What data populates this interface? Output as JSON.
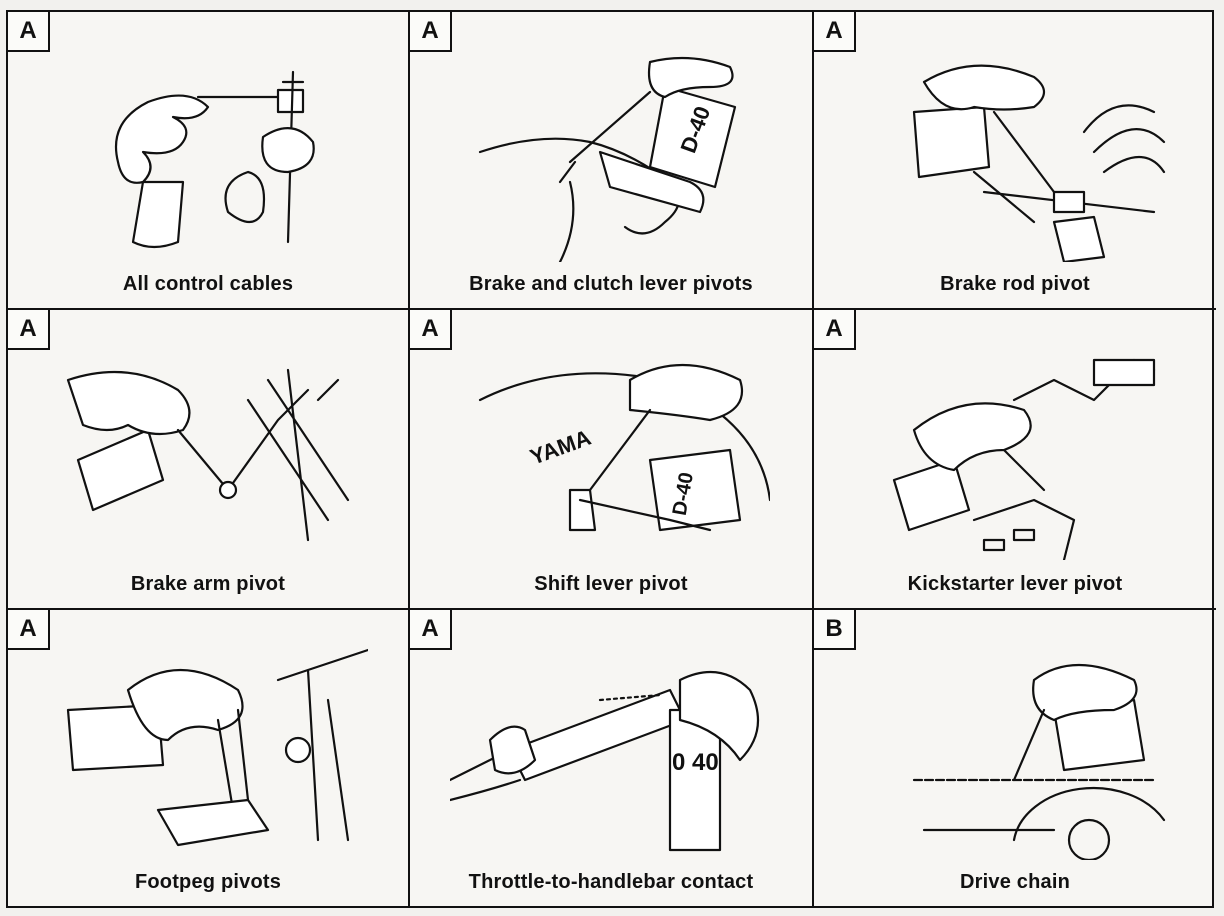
{
  "panels": [
    {
      "label": "A",
      "caption": "All control cables",
      "icon": "control-cables-illustration"
    },
    {
      "label": "A",
      "caption": "Brake and clutch lever pivots",
      "icon": "lever-pivots-illustration"
    },
    {
      "label": "A",
      "caption": "Brake rod pivot",
      "icon": "brake-rod-illustration"
    },
    {
      "label": "A",
      "caption": "Brake arm pivot",
      "icon": "brake-arm-illustration"
    },
    {
      "label": "A",
      "caption": "Shift lever pivot",
      "icon": "shift-lever-illustration"
    },
    {
      "label": "A",
      "caption": "Kickstarter lever pivot",
      "icon": "kickstarter-illustration"
    },
    {
      "label": "A",
      "caption": "Footpeg pivots",
      "icon": "footpeg-illustration"
    },
    {
      "label": "A",
      "caption": "Throttle-to-handlebar contact",
      "icon": "throttle-illustration"
    },
    {
      "label": "B",
      "caption": "Drive chain",
      "icon": "drive-chain-illustration"
    }
  ],
  "can_text": {
    "brand_short": "D-40",
    "brand_digits": "0 40",
    "brand_name": "YAMA"
  }
}
